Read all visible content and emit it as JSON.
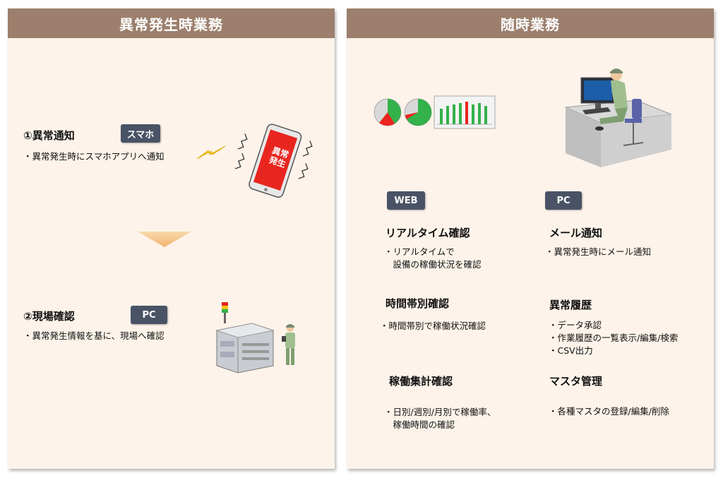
{
  "left_panel": {
    "title": "異常発生時業務",
    "step1": {
      "heading": "①異常通知",
      "badge": "スマホ",
      "desc": "・異常発生時にスマホアプリへ通知",
      "phone_label_line1": "異常",
      "phone_label_line2": "発生"
    },
    "step2": {
      "heading": "②現場確認",
      "badge": "PC",
      "desc": "・異常発生情報を基に、現場へ確認"
    }
  },
  "right_panel": {
    "title": "随時業務",
    "web_badge": "WEB",
    "pc_badge": "PC",
    "items": [
      {
        "heading": "リアルタイム確認",
        "desc": "・リアルタイムで\n　設備の稼働状況を確認"
      },
      {
        "heading": "時間帯別確認",
        "desc": "・時間帯別で稼働状況確認"
      },
      {
        "heading": "稼働集計確認",
        "desc": "・日別/週別/月別で稼働率、\n　稼働時間の確認"
      },
      {
        "heading": "メール通知",
        "desc": "・異常発生時にメール通知"
      },
      {
        "heading": "異常履歴",
        "desc": "・データ承認\n・作業履歴の一覧表示/編集/検索\n・CSV出力"
      },
      {
        "heading": "マスタ管理",
        "desc": "・各種マスタの登録/編集/削除"
      }
    ]
  },
  "colors": {
    "panel_bg": "#fdf3ea",
    "header_bg": "#9c7f6c",
    "badge_bg": "#4a5366",
    "arrow": "#f6c78f",
    "alert_red": "#e8261f",
    "chart_green": "#33b14a"
  }
}
